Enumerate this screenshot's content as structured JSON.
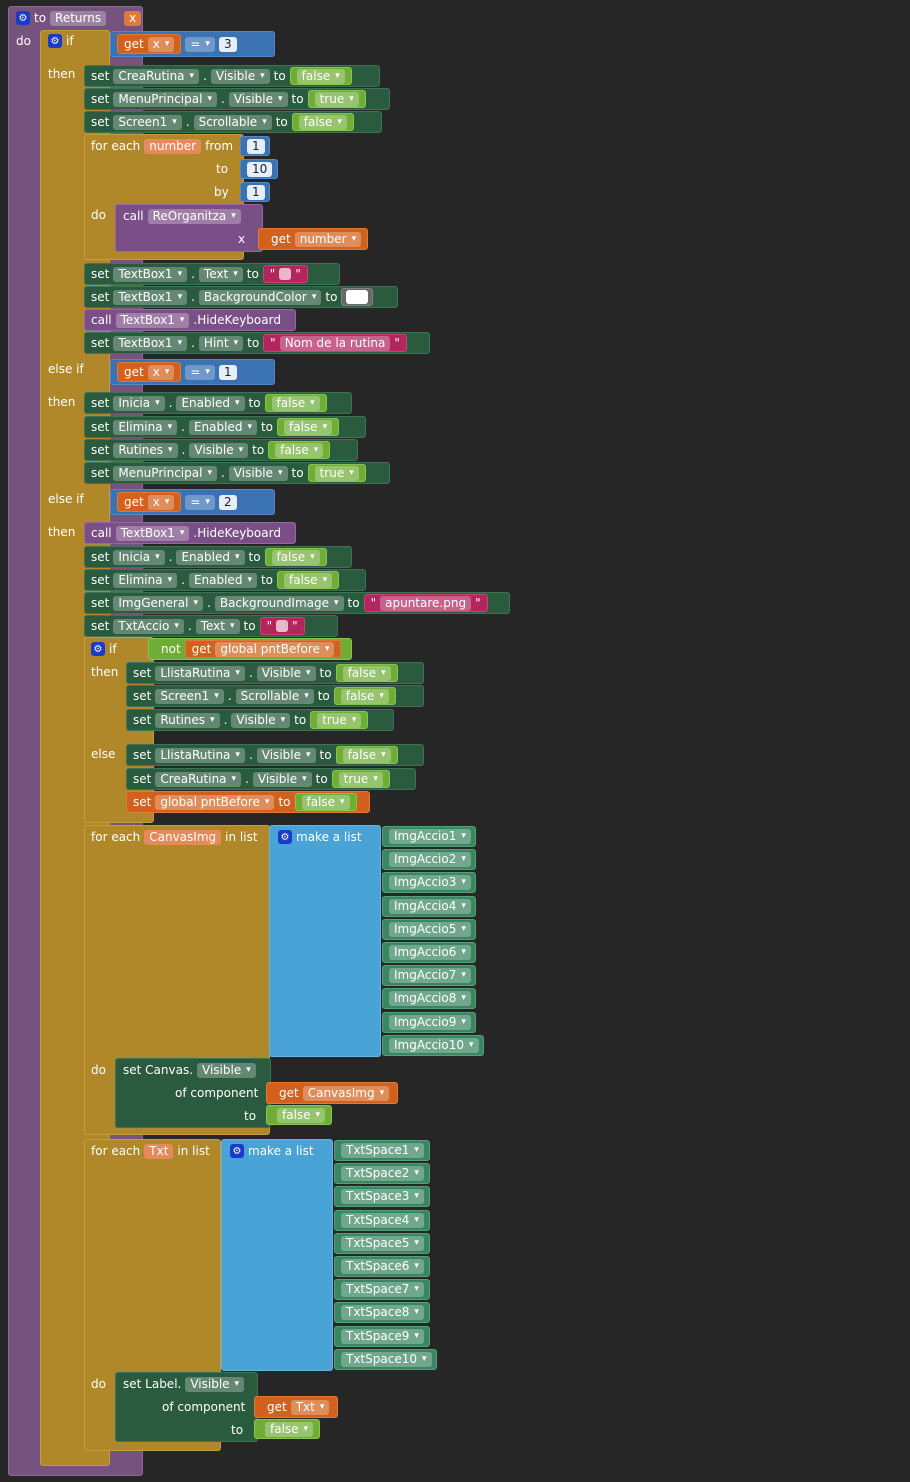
{
  "proc": {
    "kw_to": "to",
    "name": "Returns",
    "param": "x",
    "kw_do": "do"
  },
  "kw": {
    "if": "if",
    "then": "then",
    "else_if": "else if",
    "else": "else",
    "do": "do",
    "set": "set",
    "call": "call",
    "get": "get",
    "to": "to",
    "for_each": "for each",
    "from": "from",
    "by": "by",
    "in_list": "in list",
    "make_a_list": "make a list",
    "not": "not",
    "of_component": "of component",
    "eq": "=",
    "x": "x",
    "q": "\"",
    "dot": "."
  },
  "if1": {
    "var": "x",
    "num": "3"
  },
  "t1": [
    {
      "comp": "CreaRutina",
      "prop": "Visible",
      "val": "false"
    },
    {
      "comp": "MenuPrincipal",
      "prop": "Visible",
      "val": "true"
    },
    {
      "comp": "Screen1",
      "prop": "Scrollable",
      "val": "false"
    }
  ],
  "loop1": {
    "var": "number",
    "from": "1",
    "to": "10",
    "by": "1",
    "proc": "ReOrganitza",
    "arg": "number"
  },
  "t1b": [
    {
      "comp": "TextBox1",
      "prop": "Text"
    },
    {
      "comp": "TextBox1",
      "prop": "BackgroundColor"
    }
  ],
  "t1call": {
    "comp": "TextBox1",
    "method": ".HideKeyboard"
  },
  "t1hint": {
    "comp": "TextBox1",
    "prop": "Hint",
    "val": "Nom de la rutina"
  },
  "if2": {
    "var": "x",
    "num": "1"
  },
  "t2": [
    {
      "comp": "Inicia",
      "prop": "Enabled",
      "val": "false"
    },
    {
      "comp": "Elimina",
      "prop": "Enabled",
      "val": "false"
    },
    {
      "comp": "Rutines",
      "prop": "Visible",
      "val": "false"
    },
    {
      "comp": "MenuPrincipal",
      "prop": "Visible",
      "val": "true"
    }
  ],
  "if3": {
    "var": "x",
    "num": "2"
  },
  "t3call": {
    "comp": "TextBox1",
    "method": ".HideKeyboard"
  },
  "t3": [
    {
      "comp": "Inicia",
      "prop": "Enabled",
      "val": "false"
    },
    {
      "comp": "Elimina",
      "prop": "Enabled",
      "val": "false"
    }
  ],
  "t3img": {
    "comp": "ImgGeneral",
    "prop": "BackgroundImage",
    "val": "apuntare.png"
  },
  "t3acc": {
    "comp": "TxtAccio",
    "prop": "Text"
  },
  "inner": {
    "cond": "global pntBefore"
  },
  "inner_then": [
    {
      "comp": "LlistaRutina",
      "prop": "Visible",
      "val": "false"
    },
    {
      "comp": "Screen1",
      "prop": "Scrollable",
      "val": "false"
    },
    {
      "comp": "Rutines",
      "prop": "Visible",
      "val": "true"
    }
  ],
  "inner_else": [
    {
      "comp": "LlistaRutina",
      "prop": "Visible",
      "val": "false"
    },
    {
      "comp": "CreaRutina",
      "prop": "Visible",
      "val": "true"
    }
  ],
  "inner_else_g": {
    "var": "global pntBefore",
    "val": "false"
  },
  "loop2": {
    "var": "CanvasImg",
    "items": [
      "ImgAccio1",
      "ImgAccio2",
      "ImgAccio3",
      "ImgAccio4",
      "ImgAccio5",
      "ImgAccio6",
      "ImgAccio7",
      "ImgAccio8",
      "ImgAccio9",
      "ImgAccio10"
    ],
    "generic": "set Canvas.",
    "prop": "Visible",
    "get": "CanvasImg",
    "val": "false"
  },
  "loop3": {
    "var": "Txt",
    "items": [
      "TxtSpace1",
      "TxtSpace2",
      "TxtSpace3",
      "TxtSpace4",
      "TxtSpace5",
      "TxtSpace6",
      "TxtSpace7",
      "TxtSpace8",
      "TxtSpace9",
      "TxtSpace10"
    ],
    "generic": "set Label.",
    "prop": "Visible",
    "get": "Txt",
    "val": "false"
  },
  "colors": {
    "procedure": "#76527e",
    "control": "#b08829",
    "setter": "#2a5b3f",
    "logic": "#70ad37",
    "math": "#3a72b4",
    "variable": "#d2611d",
    "text": "#b2265d",
    "list": "#4aa3d6"
  }
}
